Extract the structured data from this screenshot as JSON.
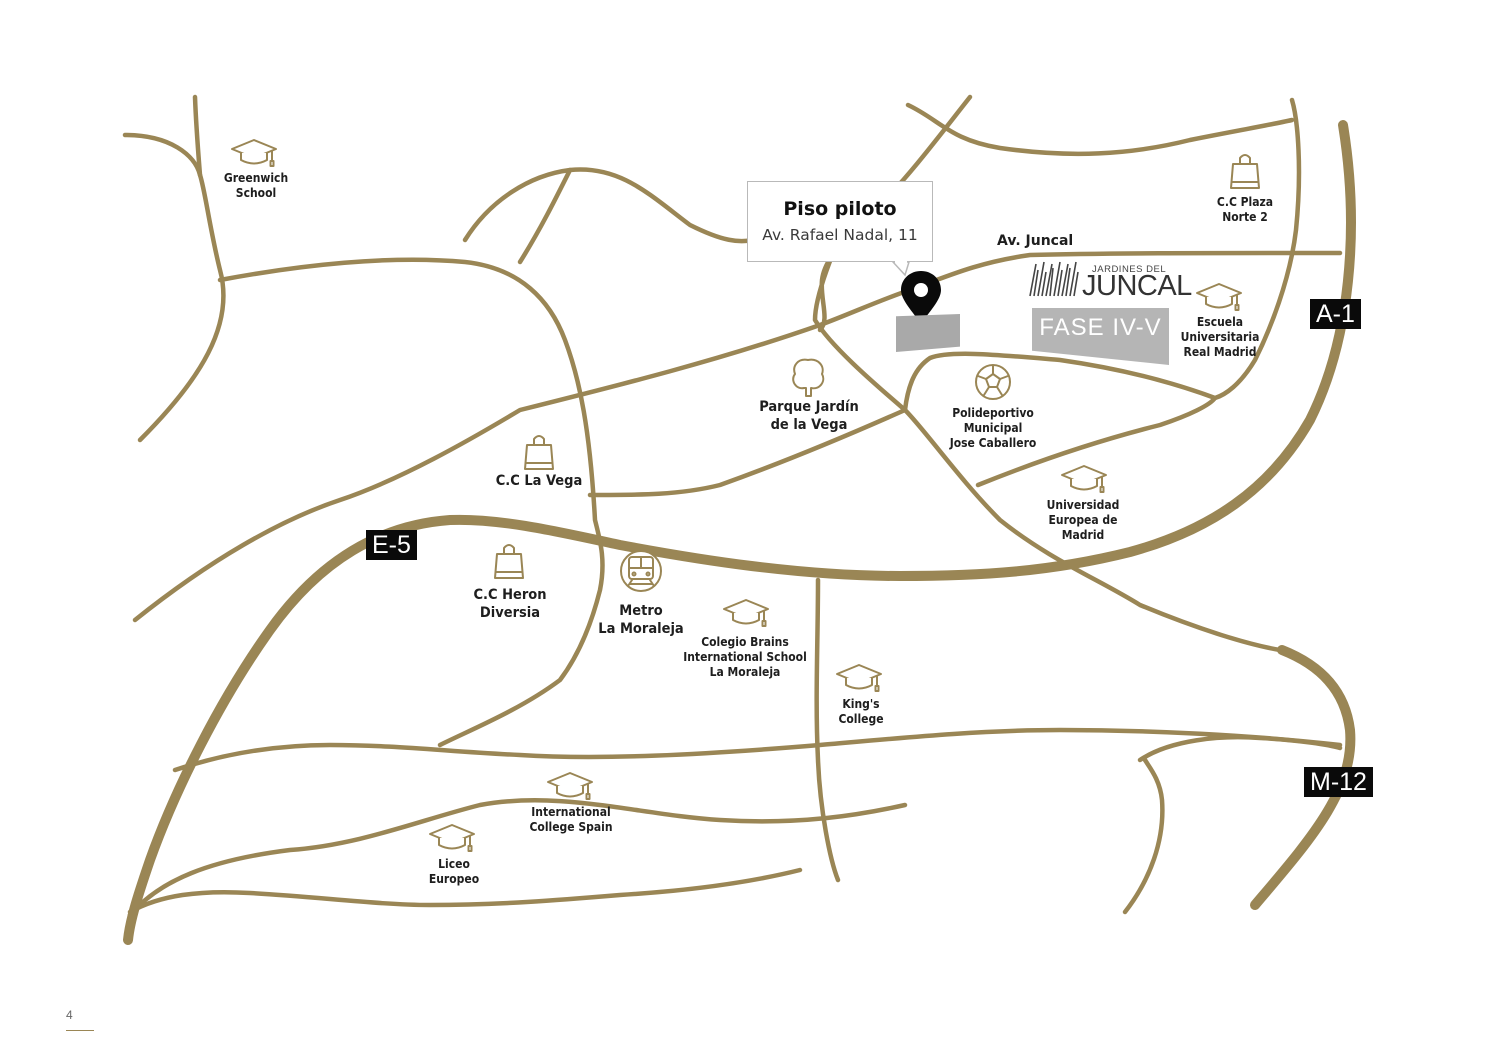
{
  "colors": {
    "road": "#9a8655",
    "badge": "#0a0a0a",
    "plot": "#a9a9a9",
    "phase": "#b5b5b5"
  },
  "callout": {
    "title": "Piso piloto",
    "address": "Av. Rafael Nadal, 11"
  },
  "street_label": "Av. Juncal",
  "logo": {
    "small": "JARDINES DEL",
    "big": "JUNCAL"
  },
  "phase_label": "FASE IV-V",
  "highways": {
    "a1": "A-1",
    "e5": "E-5",
    "m12": "M-12"
  },
  "pois": {
    "greenwich": {
      "icon": "graduation-cap-icon",
      "lines": [
        "Greenwich",
        "School"
      ]
    },
    "cc_plaza_norte": {
      "icon": "shopping-bag-icon",
      "lines": [
        "C.C Plaza",
        "Norte 2"
      ]
    },
    "escuela_real_madrid": {
      "icon": "graduation-cap-icon",
      "lines": [
        "Escuela",
        "Universitaria",
        "Real Madrid"
      ]
    },
    "parque_jardin": {
      "icon": "tree-icon",
      "lines": [
        "Parque Jardín",
        "de la Vega"
      ]
    },
    "polideportivo": {
      "icon": "football-icon",
      "lines": [
        "Polideportivo",
        "Municipal",
        "Jose Caballero"
      ]
    },
    "cc_la_vega": {
      "icon": "shopping-bag-icon",
      "lines": [
        "C.C La Vega"
      ]
    },
    "universidad_europea": {
      "icon": "graduation-cap-icon",
      "lines": [
        "Universidad",
        "Europea de",
        "Madrid"
      ]
    },
    "cc_heron": {
      "icon": "shopping-bag-icon",
      "lines": [
        "C.C Heron",
        "Diversia"
      ]
    },
    "metro": {
      "icon": "train-icon",
      "lines": [
        "Metro",
        "La Moraleja"
      ]
    },
    "colegio_brains": {
      "icon": "graduation-cap-icon",
      "lines": [
        "Colegio Brains",
        "International School",
        "La Moraleja"
      ]
    },
    "kings_college": {
      "icon": "graduation-cap-icon",
      "lines": [
        "King's",
        "College"
      ]
    },
    "international_college": {
      "icon": "graduation-cap-icon",
      "lines": [
        "International",
        "College Spain"
      ]
    },
    "liceo_europeo": {
      "icon": "graduation-cap-icon",
      "lines": [
        "Liceo",
        "Europeo"
      ]
    }
  },
  "page_number": "4"
}
